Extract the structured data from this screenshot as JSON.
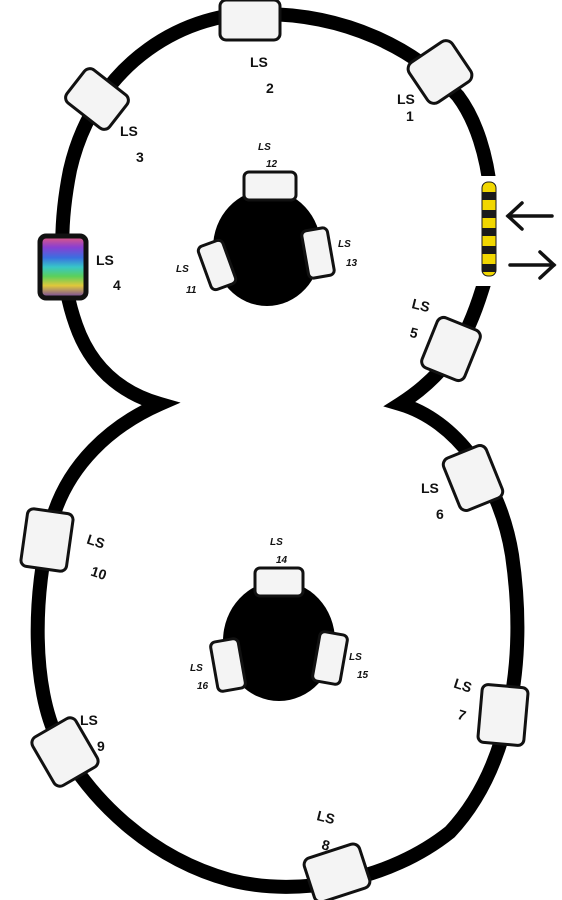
{
  "colors": {
    "track": "#000000",
    "sensor_fill": "#f4f4f4",
    "sensor_stroke": "#111111",
    "background": "#ffffff",
    "gate_yellow": "#f1d700",
    "gate_black": "#1a1a1a"
  },
  "sensors": [
    {
      "id": "1",
      "prefix": "LS",
      "number": "1"
    },
    {
      "id": "2",
      "prefix": "LS",
      "number": "2"
    },
    {
      "id": "3",
      "prefix": "LS",
      "number": "3"
    },
    {
      "id": "4",
      "prefix": "LS",
      "number": "4"
    },
    {
      "id": "5",
      "prefix": "LS",
      "number": "5"
    },
    {
      "id": "6",
      "prefix": "LS",
      "number": "6"
    },
    {
      "id": "7",
      "prefix": "LS",
      "number": "7"
    },
    {
      "id": "8",
      "prefix": "LS",
      "number": "8"
    },
    {
      "id": "9",
      "prefix": "LS",
      "number": "9"
    },
    {
      "id": "10",
      "prefix": "LS",
      "number": "10"
    },
    {
      "id": "11",
      "prefix": "LS",
      "number": "11"
    },
    {
      "id": "12",
      "prefix": "LS",
      "number": "12"
    },
    {
      "id": "13",
      "prefix": "LS",
      "number": "13"
    },
    {
      "id": "14",
      "prefix": "LS",
      "number": "14"
    },
    {
      "id": "15",
      "prefix": "LS",
      "number": "15"
    },
    {
      "id": "16",
      "prefix": "LS",
      "number": "16"
    }
  ],
  "icons": {
    "gate": "barrier-gate-icon",
    "arrow_in": "arrow-left-icon",
    "arrow_out": "arrow-right-icon",
    "display": "color-screen-icon"
  }
}
